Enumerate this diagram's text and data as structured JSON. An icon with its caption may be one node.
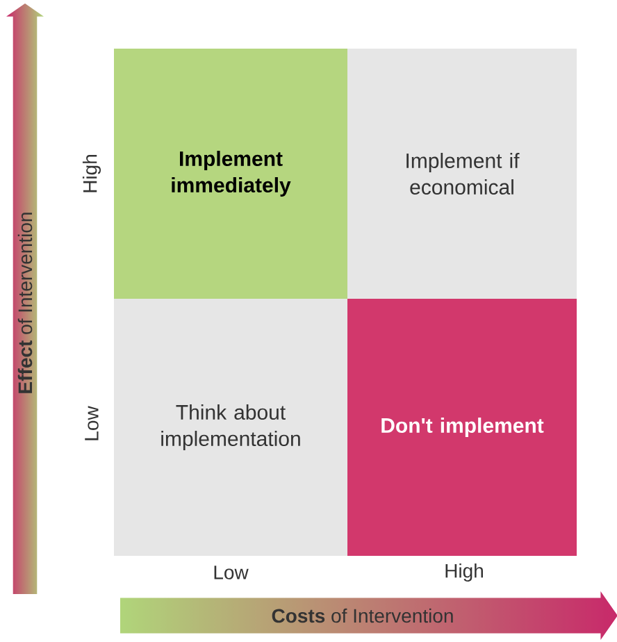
{
  "diagram": {
    "nodes": [
      {
        "text": [
          "Implement immediately"
        ]
      },
      {
        "text": [
          "Implement if economical"
        ]
      },
      {
        "text": [
          "Think about implementation"
        ]
      },
      {
        "text": [
          "Don't implement"
        ]
      },
      {
        "text": [
          "**Effect** of Intervention"
        ]
      },
      {
        "text": [
          "**Costs** of Intervention"
        ]
      }
    ],
    "edges": [],
    "labels": [
      "High",
      "Low",
      "Low",
      "High"
    ]
  }
}
